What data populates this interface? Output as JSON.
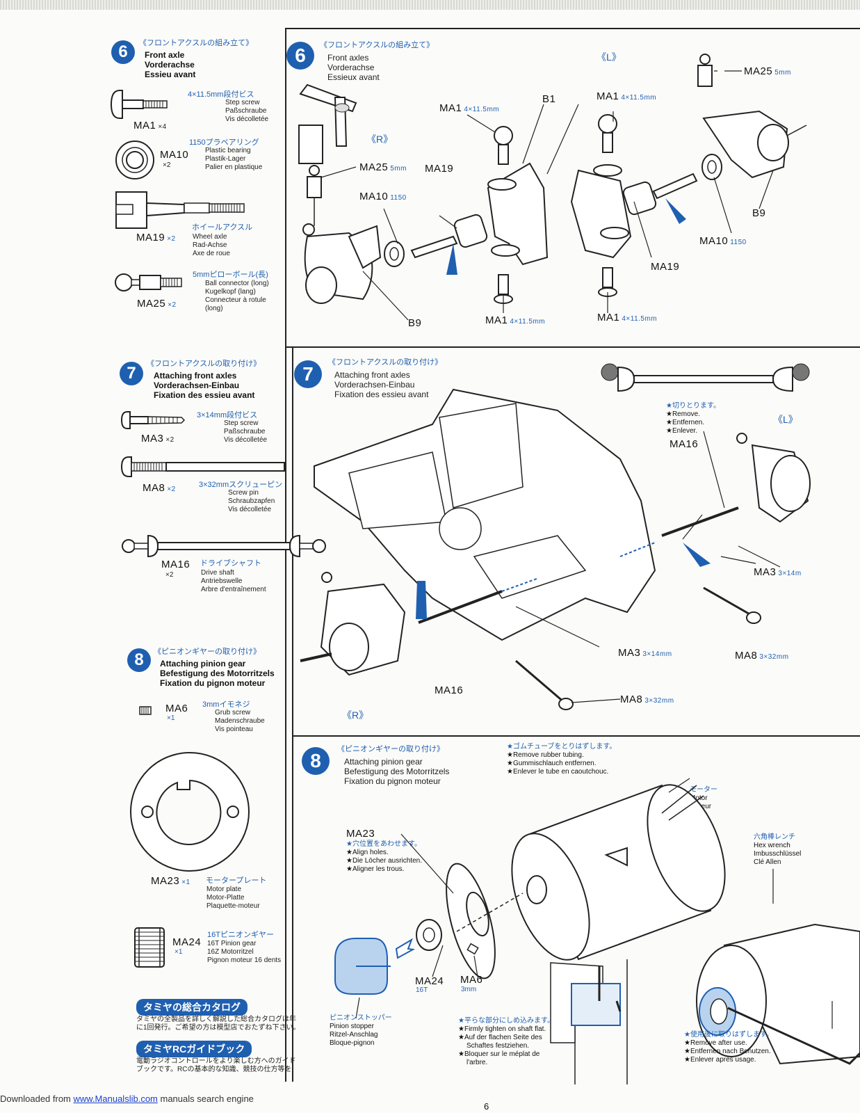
{
  "left": {
    "s6": {
      "num": "6",
      "jp": "《フロントアクスルの組み立て》",
      "en": "Front axle",
      "de": "Vorderachse",
      "fr": "Essieu avant",
      "parts": [
        {
          "code": "MA1",
          "qty": "×4",
          "jp": "4×11.5mm段付ビス",
          "l1": "Step screw",
          "l2": "Paßschraube",
          "l3": "Vis décolletée"
        },
        {
          "code": "MA10",
          "qty": "×2",
          "jp": "1150プラベアリング",
          "l1": "Plastic bearing",
          "l2": "Plastik-Lager",
          "l3": "Palier en plastique"
        },
        {
          "code": "MA19",
          "qty": "×2",
          "jp": "ホイールアクスル",
          "l1": "Wheel axle",
          "l2": "Rad-Achse",
          "l3": "Axe de roue"
        },
        {
          "code": "MA25",
          "qty": "×2",
          "jp": "5mmピローボール(長)",
          "l1": "Ball connector (long)",
          "l2": "Kugelkopf (lang)",
          "l3": "Connecteur à rotule",
          "l4": "(long)"
        }
      ]
    },
    "s7": {
      "num": "7",
      "jp": "《フロントアクスルの取り付け》",
      "en": "Attaching front axles",
      "de": "Vorderachsen-Einbau",
      "fr": "Fixation des essieu avant",
      "parts": [
        {
          "code": "MA3",
          "qty": "×2",
          "jp": "3×14mm段付ビス",
          "l1": "Step screw",
          "l2": "Paßschraube",
          "l3": "Vis décolletée"
        },
        {
          "code": "MA8",
          "qty": "×2",
          "jp": "3×32mmスクリューピン",
          "l1": "Screw pin",
          "l2": "Schraubzapfen",
          "l3": "Vis décolletée"
        },
        {
          "code": "MA16",
          "qty": "×2",
          "jp": "ドライブシャフト",
          "l1": "Drive shaft",
          "l2": "Antriebswelle",
          "l3": "Arbre d'entraînement"
        }
      ]
    },
    "s8": {
      "num": "8",
      "jp": "《ピニオンギヤーの取り付け》",
      "en": "Attaching pinion gear",
      "de": "Befestigung des Motorritzels",
      "fr": "Fixation du pignon moteur",
      "parts": [
        {
          "code": "MA6",
          "qty": "×1",
          "jp": "3mmイモネジ",
          "l1": "Grub screw",
          "l2": "Madenschraube",
          "l3": "Vis pointeau"
        },
        {
          "code": "MA23",
          "qty": "×1",
          "jp": "モータープレート",
          "l1": "Motor plate",
          "l2": "Motor-Platte",
          "l3": "Plaquette-moteur"
        },
        {
          "code": "MA24",
          "qty": "×1",
          "jp": "16Tピニオンギヤー",
          "l1": "16T Pinion gear",
          "l2": "16Z Motorritzel",
          "l3": "Pignon moteur 16 dents"
        }
      ]
    },
    "catalog": {
      "title": "タミヤの総合カタログ",
      "text1": "タミヤの全製品を詳しく解説した総合カタログは年",
      "text2": "に1回発行。ご希望の方は模型店でおたずね下さい。"
    },
    "guide": {
      "title": "タミヤRCガイドブック",
      "text1": "電動ラジオコントロールをより楽しむ方へのガイド",
      "text2": "ブックです。RCの基本的な知識、競技の仕方等を"
    }
  },
  "right": {
    "s6": {
      "num": "6",
      "jp": "《フロントアクスルの組み立て》",
      "en": "Front axles",
      "de": "Vorderachse",
      "fr": "Essieux avant",
      "R": "《R》",
      "L": "《L》",
      "labels": {
        "ma25a": "MA25",
        "ma25a_s": "5mm",
        "ma19a": "MA19",
        "ma10a": "MA10",
        "ma10a_s": "1150",
        "b9a": "B9",
        "ma1a": "MA1",
        "ma1a_s": "4×11.5mm",
        "ma1b": "MA1",
        "ma1b_s": "4×11.5mm",
        "b1": "B1",
        "ma1c": "MA1",
        "ma1c_s": "4×11.5mm",
        "ma25b": "MA25",
        "ma25b_s": "5mm",
        "b9b": "B9",
        "ma10b": "MA10",
        "ma10b_s": "1150",
        "ma19b": "MA19",
        "ma1d": "MA1",
        "ma1d_s": "4×11.5mm"
      }
    },
    "s7": {
      "num": "7",
      "jp": "《フロントアクスルの取り付け》",
      "en": "Attaching front axles",
      "de": "Vorderachsen-Einbau",
      "fr": "Fixation des essieu avant",
      "cut_jp": "★切りとります。",
      "cut_en": "★Remove.",
      "cut_de": "★Entfernen.",
      "cut_fr": "★Enlever.",
      "labels": {
        "ma16a": "MA16",
        "L": "《L》",
        "ma3a": "MA3",
        "ma3a_s": "3×14m",
        "ma8a": "MA8",
        "ma8a_s": "3×32mm",
        "ma3b": "MA3",
        "ma3b_s": "3×14mm",
        "ma16b": "MA16",
        "ma8b": "MA8",
        "ma8b_s": "3×32mm",
        "R": "《R》"
      }
    },
    "s8": {
      "num": "8",
      "jp": "《ピニオンギヤーの取り付け》",
      "en": "Attaching pinion gear",
      "de": "Befestigung des Motorritzels",
      "fr": "Fixation du pignon moteur",
      "tube_jp": "★ゴムチューブをとりはずします。",
      "tube_en": "★Remove rubber tubing.",
      "tube_de": "★Gummischlauch entfernen.",
      "tube_fr": "★Enlever le tube en caoutchouc.",
      "motor_jp": "モーター",
      "motor_en": "Motor",
      "motor_fr": "Moteur",
      "ma23": "MA23",
      "align_jp": "★穴位置をあわせます。",
      "align_en": "★Align holes.",
      "align_de": "★Die Löcher ausrichten.",
      "align_fr": "★Aligner les trous.",
      "hex_jp": "六角棒レンチ",
      "hex_en": "Hex wrench",
      "hex_de": "Imbusschlüssel",
      "hex_fr": "Clé Allen",
      "ma24": "MA24",
      "ma24_s": "16T",
      "ma6": "MA6",
      "ma6_s": "3mm",
      "stop_jp": "ピニオンストッパー",
      "stop_en": "Pinion stopper",
      "stop_de": "Ritzel-Anschlag",
      "stop_fr": "Bloque-pignon",
      "flat_jp": "★平らな部分にしめ込みます。",
      "flat_en": "★Firmly tighten on shaft flat.",
      "flat_de1": "★Auf der flachen Seite des",
      "flat_de2": "Schaftes festziehen.",
      "flat_fr1": "★Bloquer sur le méplat de",
      "flat_fr2": "l'arbre.",
      "after_jp": "★使用後に取りはずします。",
      "after_en": "★Remove after use.",
      "after_de": "★Entfernen nach Benutzen.",
      "after_fr": "★Enlever après usage."
    }
  },
  "footer": {
    "prefix": "Downloaded from ",
    "link": "www.Manualslib.com",
    "suffix": " manuals search engine",
    "page": "6"
  }
}
